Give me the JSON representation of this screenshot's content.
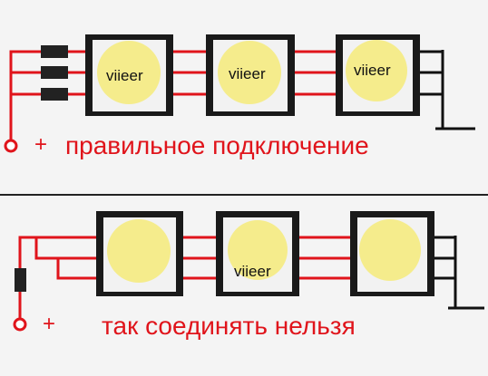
{
  "top": {
    "caption": "правильное подключение",
    "plus": "+",
    "led_labels": [
      "viieer",
      "viieer",
      "viieer"
    ]
  },
  "bottom": {
    "caption": "так соединять нельзя",
    "plus": "+",
    "led_labels": [
      "viieer"
    ]
  },
  "colors": {
    "wire": "#e0141b",
    "ground": "#111111",
    "led_body": "#1a1a1a",
    "led_face": "#f2f2f2",
    "led_emitter": "#f5ec8c",
    "resistor": "#222222",
    "divider": "#222222"
  }
}
